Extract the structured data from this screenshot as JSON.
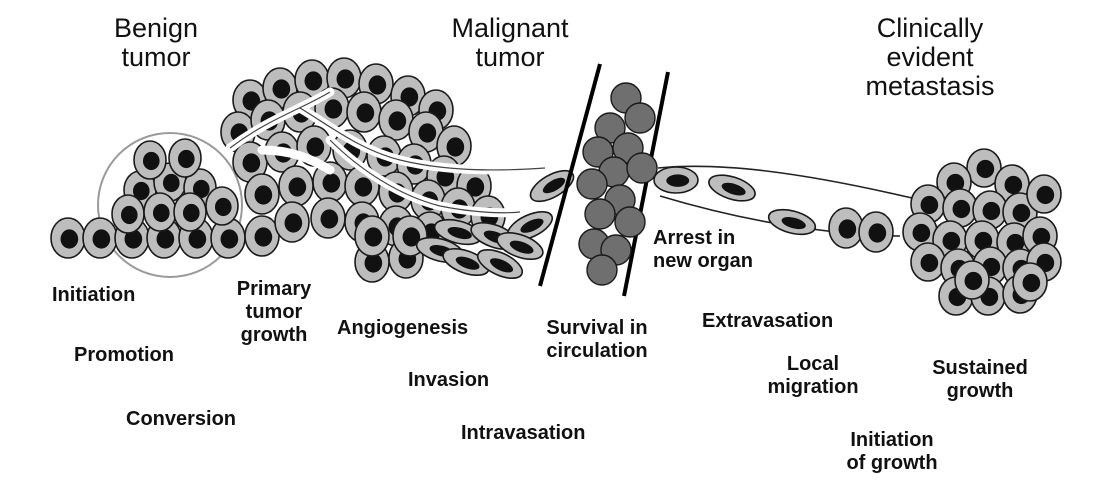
{
  "headers": {
    "benign": [
      "Benign",
      "tumor"
    ],
    "malignant": [
      "Malignant",
      "tumor"
    ],
    "metastasis": [
      "Clinically",
      "evident",
      "metastasis"
    ]
  },
  "stages": {
    "initiation": [
      "Initiation"
    ],
    "promotion": [
      "Promotion"
    ],
    "conversion": [
      "Conversion"
    ],
    "primary_growth": [
      "Primary",
      "tumor",
      "growth"
    ],
    "angiogenesis": [
      "Angiogenesis"
    ],
    "invasion": [
      "Invasion"
    ],
    "intravasation": [
      "Intravasation"
    ],
    "survival": [
      "Survival in",
      "circulation"
    ],
    "arrest": [
      "Arrest in",
      "new organ"
    ],
    "extravasation": [
      "Extravasation"
    ],
    "local_migration": [
      "Local",
      "migration"
    ],
    "initiation_growth": [
      "Initiation",
      "of growth"
    ],
    "sustained": [
      "Sustained",
      "growth"
    ]
  },
  "colors": {
    "cell_fill": "#bdbdbd",
    "nucleus": "#111111",
    "outline": "#1a1a1a",
    "circulating_cell": "#6f6f6f",
    "vessel": "#ffffff"
  }
}
